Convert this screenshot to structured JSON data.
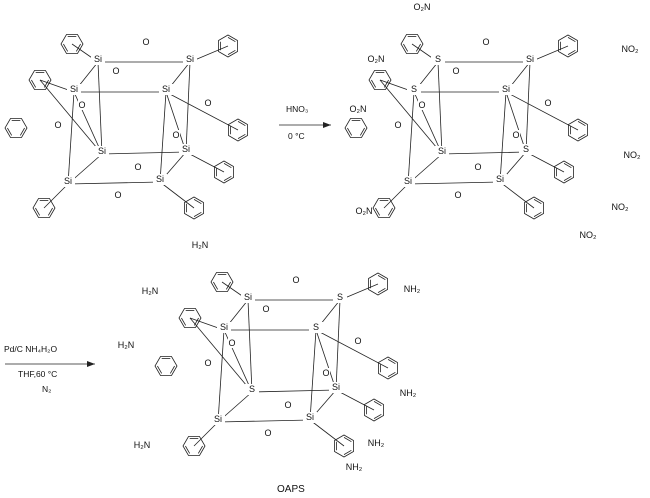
{
  "atoms": {
    "si": "Si",
    "o": "O",
    "s": "S",
    "no2": "NO₂",
    "o2n": "O₂N",
    "nh2": "NH₂",
    "h2n": "H₂N"
  },
  "step1": {
    "reagent": "HNO₃",
    "temp": "0 °C"
  },
  "step2": {
    "reagent": "Pd/C NH₄H₂O",
    "conditions": "THF,60 °C",
    "atmosphere": "N₂"
  },
  "product": {
    "name": "OAPS"
  }
}
